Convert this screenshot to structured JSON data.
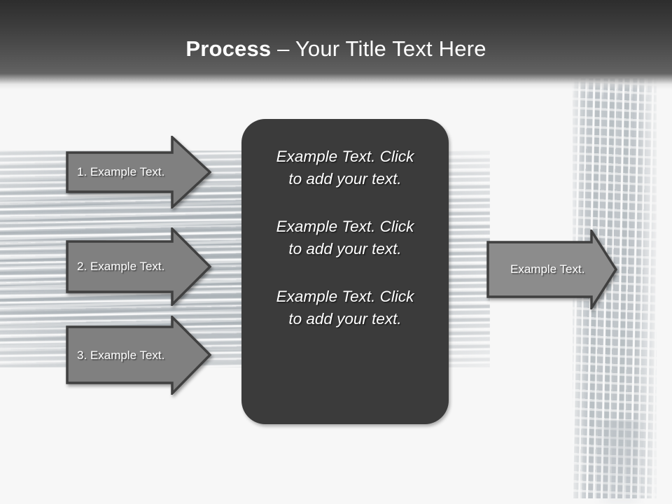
{
  "slide": {
    "title": {
      "bold_part": "Process",
      "rest_part": " – Your Title Text Here"
    },
    "colors": {
      "header_top": "#2d2d2d",
      "header_bottom": "#636363",
      "box_fill": "#3b3b3b",
      "arrow_fill": "#808080",
      "arrow_stroke": "#404040",
      "canvas": "#f7f7f7",
      "brush_gray": "#b6bcc1"
    }
  },
  "input_arrows": [
    {
      "label": "1. Example Text.",
      "name": "arrow-step-1"
    },
    {
      "label": "2. Example Text.",
      "name": "arrow-step-2"
    },
    {
      "label": "3. Example Text.",
      "name": "arrow-step-3"
    }
  ],
  "output_arrow": {
    "label": "Example Text."
  },
  "center_box": {
    "paragraphs": [
      "Example Text. Click  to add your text.",
      "Example Text. Click  to add your text.",
      "Example Text. Click  to add your text."
    ]
  }
}
